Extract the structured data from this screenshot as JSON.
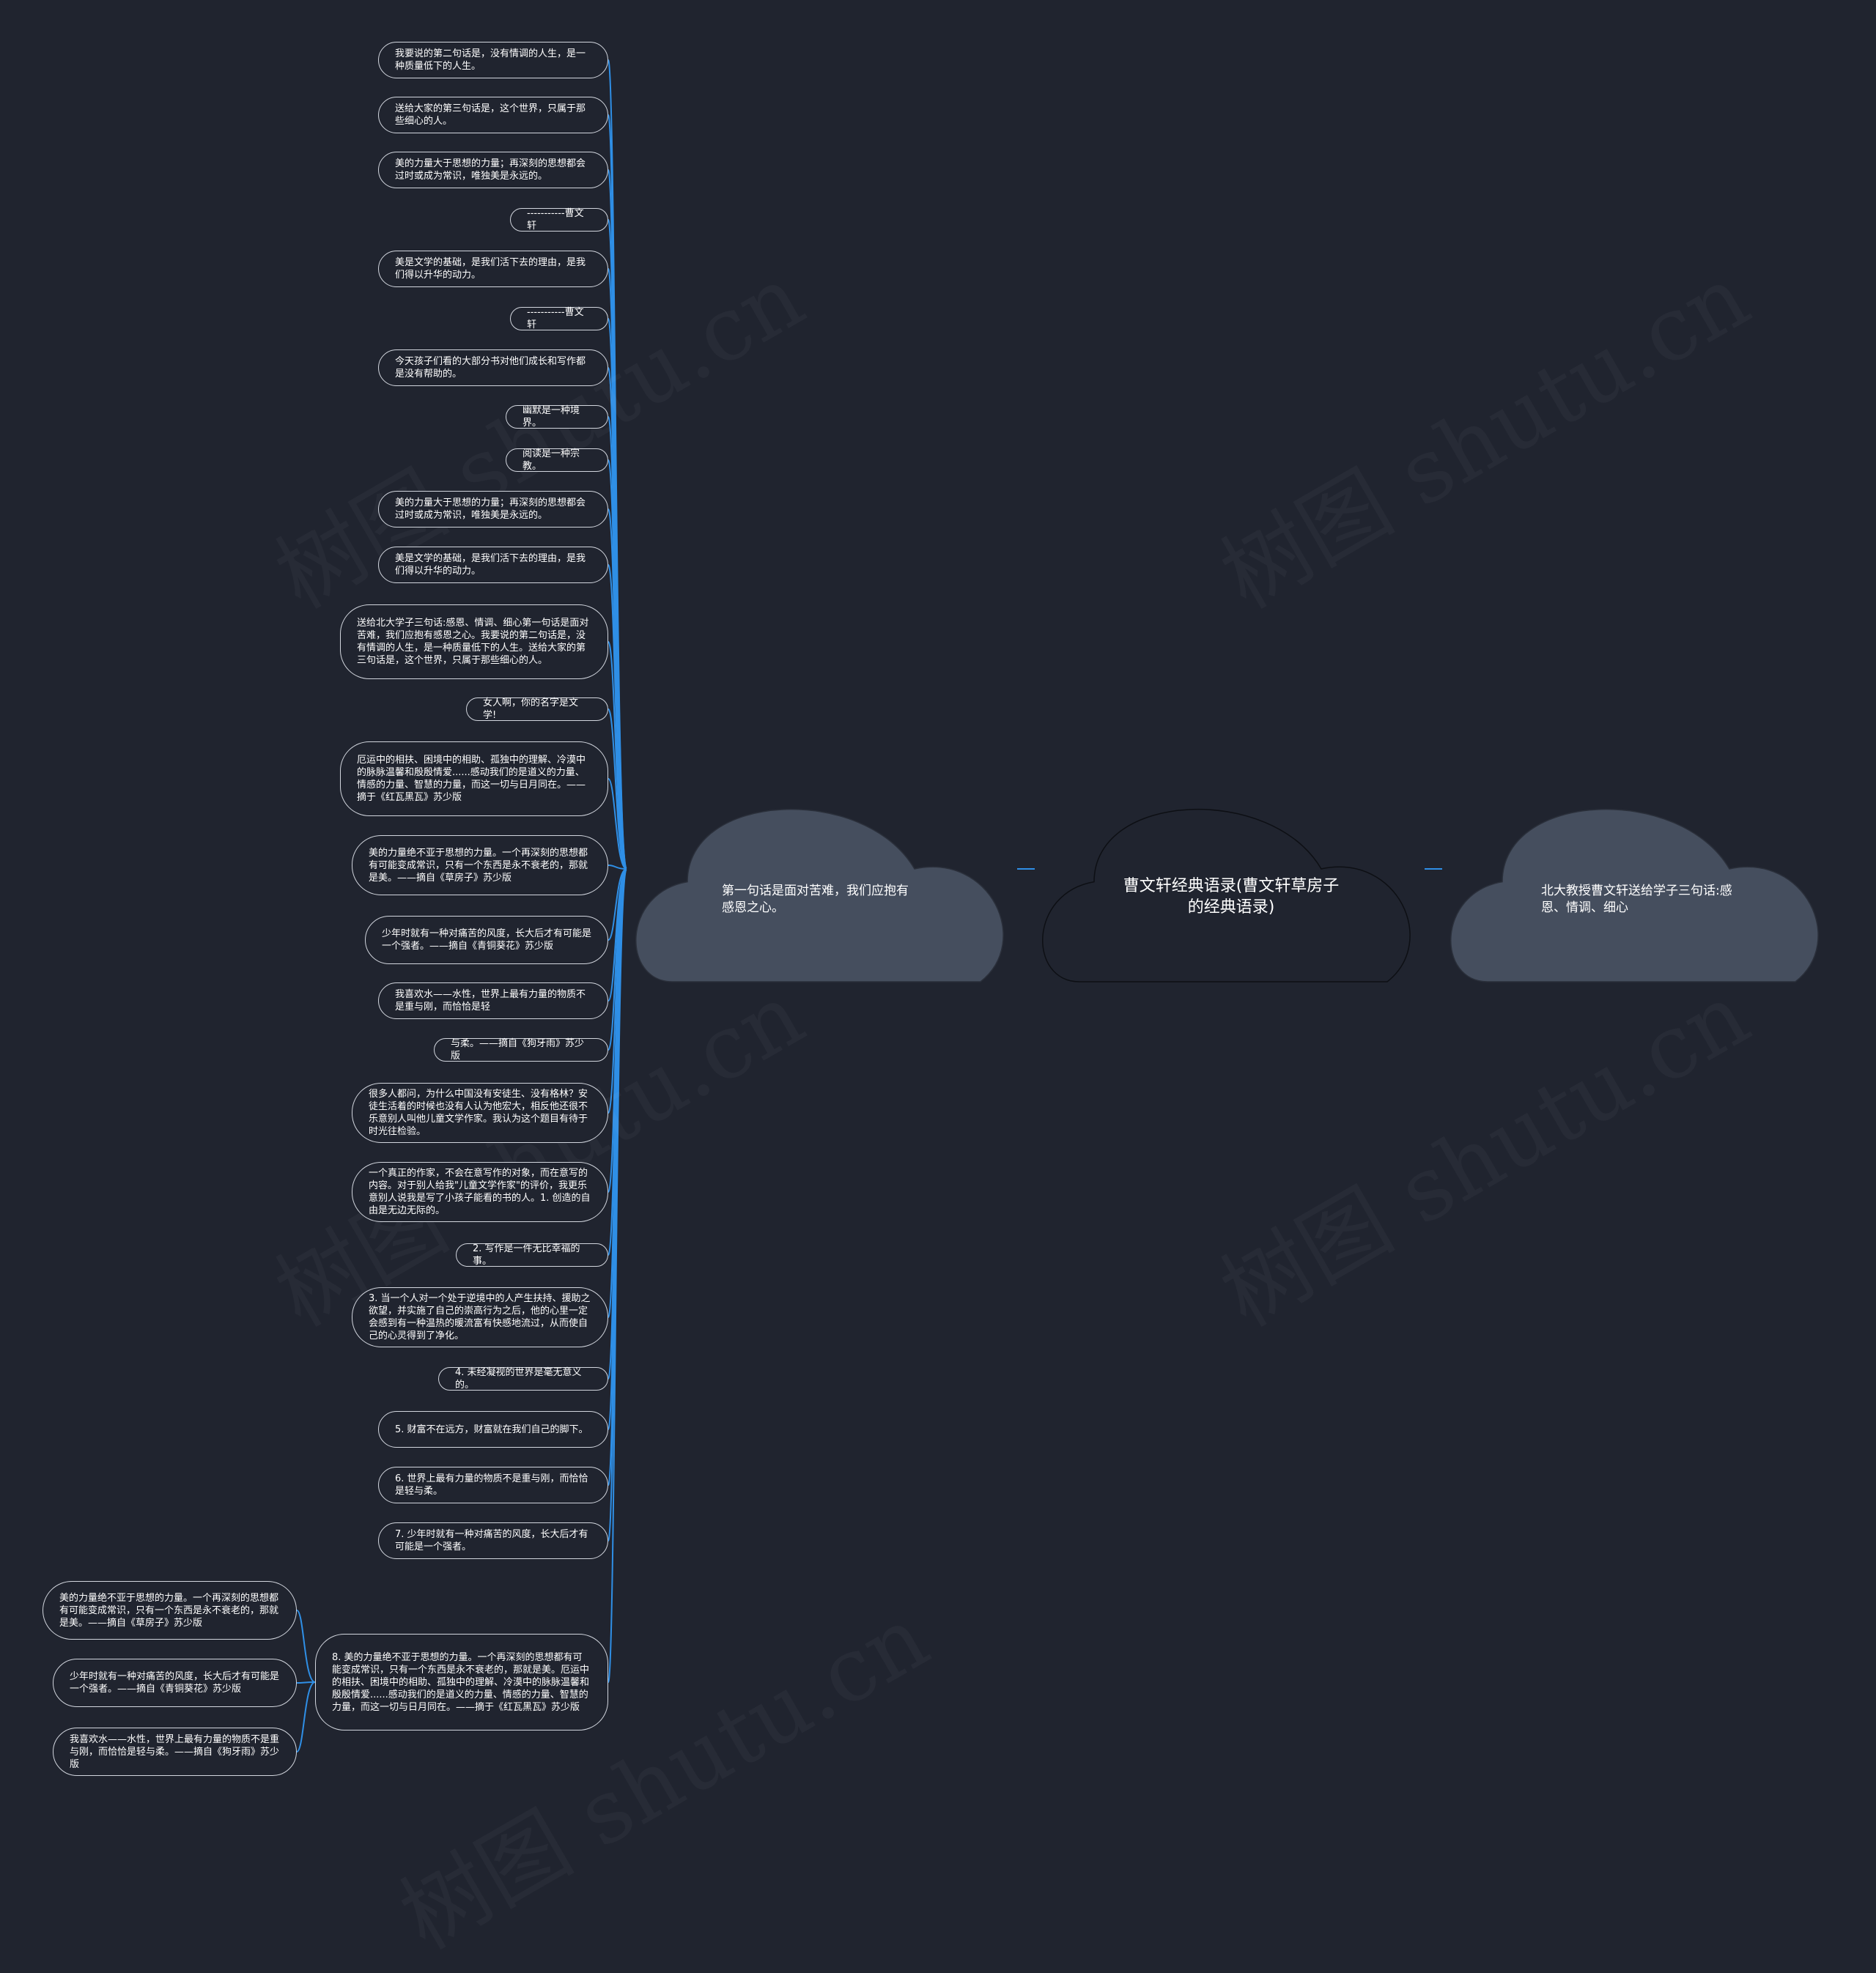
{
  "root": {
    "label": "曹文轩经典语录(曹文轩草房子的经典语录)"
  },
  "left_topic": {
    "label": "第一句话是面对苦难，我们应抱有感恩之心。"
  },
  "right_topic": {
    "label": "北大教授曹文轩送给学子三句话:感恩、情调、细心"
  },
  "watermark": "树图 shutu.cn",
  "leaves": [
    "我要说的第二句话是，没有情调的人生，是一种质量低下的人生。",
    "送给大家的第三句话是，这个世界，只属于那些细心的人。",
    "美的力量大于思想的力量；再深刻的思想都会过时或成为常识，唯独美是永远的。",
    "-----------曹文轩",
    "美是文学的基础，是我们活下去的理由，是我们得以升华的动力。",
    "-----------曹文轩",
    "今天孩子们看的大部分书对他们成长和写作都是没有帮助的。",
    "幽默是一种境界。",
    "阅读是一种宗教。",
    "美的力量大于思想的力量；再深刻的思想都会过时或成为常识，唯独美是永远的。",
    "美是文学的基础，是我们活下去的理由，是我们得以升华的动力。",
    "送给北大学子三句话:感恩、情调、细心第一句话是面对苦难，我们应抱有感恩之心。我要说的第二句话是，没有情调的人生，是一种质量低下的人生。送给大家的第三句话是，这个世界，只属于那些细心的人。",
    "女人啊，你的名字是文学!",
    "厄运中的相扶、困境中的相助、孤独中的理解、冷漠中的脉脉温馨和殷殷情爱......感动我们的是道义的力量、情感的力量、智慧的力量，而这一切与日月同在。——摘于《红瓦黑瓦》苏少版",
    "美的力量绝不亚于思想的力量。一个再深刻的思想都有可能变成常识，只有一个东西是永不衰老的，那就是美。——摘自《草房子》苏少版",
    "少年时就有一种对痛苦的风度，长大后才有可能是一个强者。——摘自《青铜葵花》苏少版",
    "我喜欢水——水性，世界上最有力量的物质不是重与刚，而恰恰是轻",
    "与柔。——摘自《狗牙雨》苏少版",
    "很多人都问，为什么中国没有安徒生、没有格林？安徒生活着的时候也没有人认为他宏大，相反他还很不乐意别人叫他儿童文学作家。我认为这个题目有待于时光往检验。",
    "一个真正的作家，不会在意写作的对象，而在意写的内容。对于别人给我\"儿童文学作家\"的评价，我更乐意别人说我是写了小孩子能看的书的人。1. 创造的自由是无边无际的。",
    "2. 写作是一件无比幸福的事。",
    "3. 当一个人对一个处于逆境中的人产生扶持、援助之欲望，并实施了自己的崇高行为之后，他的心里一定会感到有一种温热的暖流富有快感地流过，从而使自己的心灵得到了净化。",
    "4. 未经凝视的世界是毫无意义的。",
    "5. 财富不在远方，财富就在我们自己的脚下。",
    "6. 世界上最有力量的物质不是重与刚，而恰恰是轻与柔。",
    "7. 少年时就有一种对痛苦的风度，长大后才有可能是一个强者。",
    "8. 美的力量绝不亚于思想的力量。一个再深刻的思想都有可能变成常识，只有一个东西是永不衰老的，那就是美。厄运中的相扶、困境中的相助、孤独中的理解、冷漠中的脉脉温馨和殷殷情爱......感动我们的是道义的力量、情感的力量、智慧的力量，而这一切与日月同在。——摘于《红瓦黑瓦》苏少版"
  ],
  "sub_leaves": [
    "美的力量绝不亚于思想的力量。一个再深刻的思想都有可能变成常识，只有一个东西是永不衰老的，那就是美。——摘自《草房子》苏少版",
    "少年时就有一种对痛苦的风度，长大后才有可能是一个强者。——摘自《青铜葵花》苏少版",
    "我喜欢水——水性，世界上最有力量的物质不是重与刚，而恰恰是轻与柔。——摘自《狗牙雨》苏少版"
  ],
  "colors": {
    "background": "#20242f",
    "cloud_fill": "#454e5e",
    "connector": "#2f8fe6",
    "node_border": "#d2d6de"
  }
}
